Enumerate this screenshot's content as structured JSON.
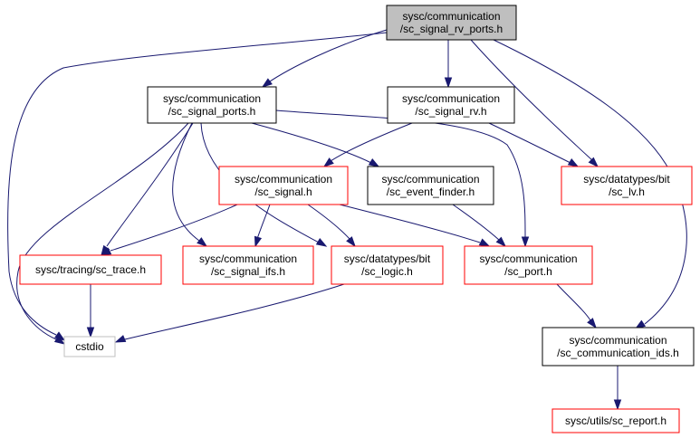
{
  "diagram": {
    "nodes": {
      "root": {
        "lines": [
          "sysc/communication",
          "/sc_signal_rv_ports.h"
        ],
        "kind": "root"
      },
      "ports": {
        "lines": [
          "sysc/communication",
          "/sc_signal_ports.h"
        ],
        "kind": "black"
      },
      "rv": {
        "lines": [
          "sysc/communication",
          "/sc_signal_rv.h"
        ],
        "kind": "black"
      },
      "signal": {
        "lines": [
          "sysc/communication",
          "/sc_signal.h"
        ],
        "kind": "red"
      },
      "finder": {
        "lines": [
          "sysc/communication",
          "/sc_event_finder.h"
        ],
        "kind": "black"
      },
      "lv": {
        "lines": [
          "sysc/datatypes/bit",
          "/sc_lv.h"
        ],
        "kind": "red"
      },
      "trace": {
        "lines": [
          "sysc/tracing/sc_trace.h"
        ],
        "kind": "red"
      },
      "ifs": {
        "lines": [
          "sysc/communication",
          "/sc_signal_ifs.h"
        ],
        "kind": "red"
      },
      "logic": {
        "lines": [
          "sysc/datatypes/bit",
          "/sc_logic.h"
        ],
        "kind": "red"
      },
      "port": {
        "lines": [
          "sysc/communication",
          "/sc_port.h"
        ],
        "kind": "red"
      },
      "cstdio": {
        "lines": [
          "cstdio"
        ],
        "kind": "gray"
      },
      "commids": {
        "lines": [
          "sysc/communication",
          "/sc_communication_ids.h"
        ],
        "kind": "black"
      },
      "report": {
        "lines": [
          "sysc/utils/sc_report.h"
        ],
        "kind": "red"
      }
    },
    "edges": [
      [
        "root",
        "ports"
      ],
      [
        "root",
        "rv"
      ],
      [
        "root",
        "lv"
      ],
      [
        "root",
        "cstdio"
      ],
      [
        "root",
        "commids"
      ],
      [
        "ports",
        "trace"
      ],
      [
        "ports",
        "cstdio"
      ],
      [
        "ports",
        "ifs"
      ],
      [
        "ports",
        "logic"
      ],
      [
        "ports",
        "finder"
      ],
      [
        "ports",
        "port"
      ],
      [
        "rv",
        "signal"
      ],
      [
        "rv",
        "lv"
      ],
      [
        "signal",
        "trace"
      ],
      [
        "signal",
        "ifs"
      ],
      [
        "signal",
        "logic"
      ],
      [
        "signal",
        "port"
      ],
      [
        "finder",
        "port"
      ],
      [
        "trace",
        "cstdio"
      ],
      [
        "logic",
        "cstdio"
      ],
      [
        "port",
        "commids"
      ],
      [
        "commids",
        "report"
      ]
    ],
    "colors": {
      "edge": "#191970",
      "border_black": "#000000",
      "border_red": "#ff0000",
      "border_gray": "#bfbfbf",
      "root_fill": "#bfbfbf"
    }
  }
}
